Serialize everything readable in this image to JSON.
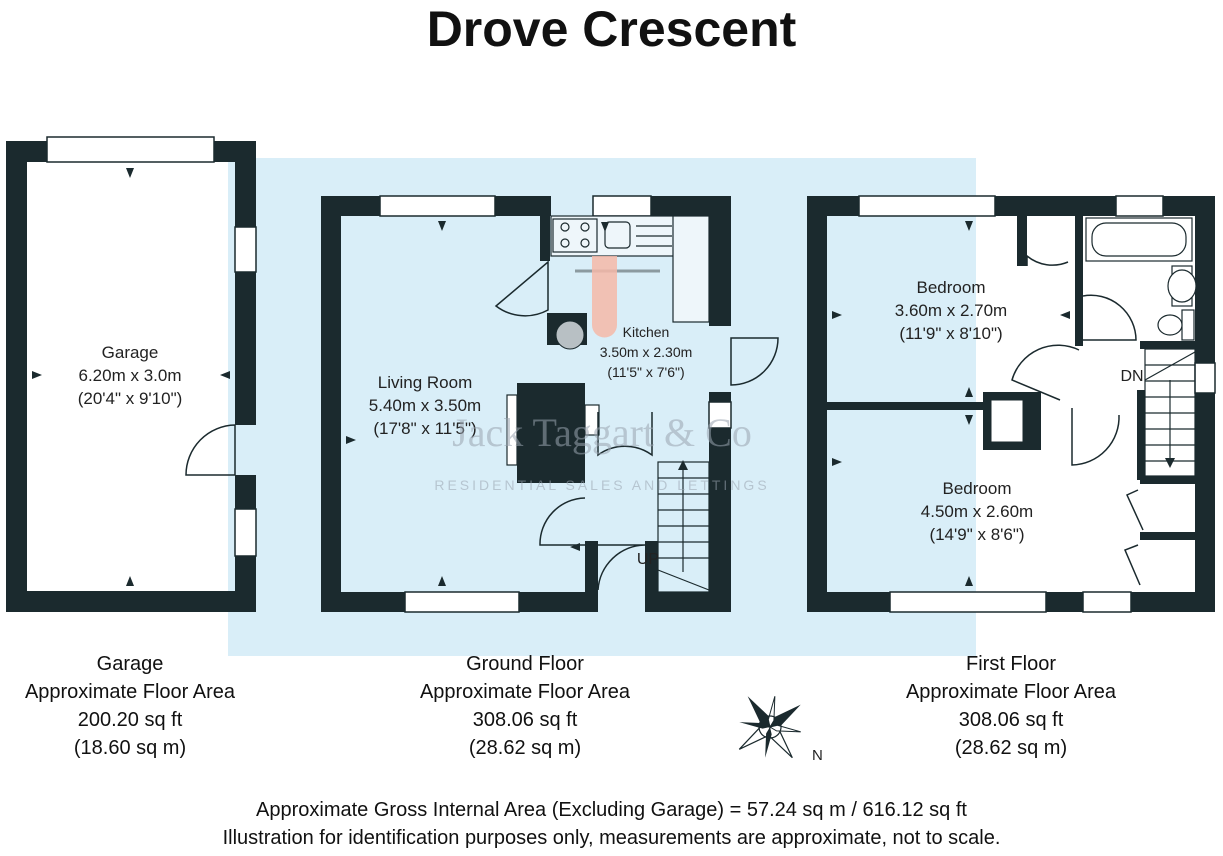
{
  "title": "Drove Crescent",
  "watermark": {
    "brand": "Jack Taggart & Co",
    "tagline": "RESIDENTIAL SALES AND LETTINGS"
  },
  "rooms": {
    "garage": {
      "name": "Garage",
      "dims_m": "6.20m x 3.0m",
      "dims_ft": "(20'4\" x 9'10\")"
    },
    "living_room": {
      "name": "Living Room",
      "dims_m": "5.40m x 3.50m",
      "dims_ft": "(17'8\" x 11'5\")"
    },
    "kitchen": {
      "name": "Kitchen",
      "dims_m": "3.50m x 2.30m",
      "dims_ft": "(11'5\" x 7'6\")"
    },
    "bedroom_1": {
      "name": "Bedroom",
      "dims_m": "3.60m x 2.70m",
      "dims_ft": "(11'9\" x 8'10\")"
    },
    "bedroom_2": {
      "name": "Bedroom",
      "dims_m": "4.50m x 2.60m",
      "dims_ft": "(14'9\" x 8'6\")"
    }
  },
  "stair_labels": {
    "up": "UP",
    "down": "DN"
  },
  "compass": {
    "label": "N"
  },
  "areas": {
    "garage": {
      "name": "Garage",
      "label": "Approximate Floor Area",
      "sqft": "200.20 sq ft",
      "sqm": "(18.60 sq m)"
    },
    "ground": {
      "name": "Ground Floor",
      "label": "Approximate Floor Area",
      "sqft": "308.06 sq ft",
      "sqm": "(28.62 sq m)"
    },
    "first": {
      "name": "First Floor",
      "label": "Approximate Floor Area",
      "sqft": "308.06 sq ft",
      "sqm": "(28.62 sq m)"
    }
  },
  "footer": {
    "line1": "Approximate Gross Internal Area (Excluding Garage) = 57.24 sq m / 616.12 sq ft",
    "line2": "Illustration for identification purposes only, measurements are approximate, not to scale."
  },
  "colors": {
    "wall": "#1b2a2e",
    "highlight": "#d9eef8",
    "flue": "#f4b8a8"
  }
}
